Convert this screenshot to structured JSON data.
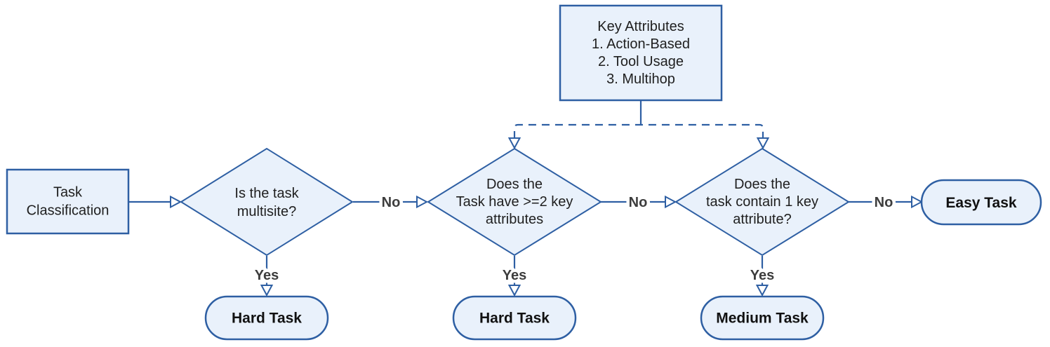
{
  "diagram": {
    "type": "flowchart",
    "direction": "left-to-right",
    "colors": {
      "node_fill": "#e9f1fb",
      "node_stroke": "#2e5fa3",
      "node_text": "#1f1f1f",
      "edge_label_text": "#3d3d3d",
      "background": "#ffffff"
    },
    "nodes": {
      "start": {
        "shape": "rectangle",
        "lines": [
          "Task",
          "Classification"
        ]
      },
      "key_attributes": {
        "shape": "rectangle",
        "lines": [
          "Key Attributes",
          "1. Action-Based",
          "2. Tool Usage",
          "3. Multihop"
        ]
      },
      "decision_multisite": {
        "shape": "diamond",
        "lines": [
          "Is the task",
          "multisite?"
        ]
      },
      "decision_two_key_attributes": {
        "shape": "diamond",
        "lines": [
          "Does the",
          "Task have >=2 key",
          "attributes"
        ]
      },
      "decision_one_key_attribute": {
        "shape": "diamond",
        "lines": [
          "Does the",
          "task contain 1 key",
          "attribute?"
        ]
      },
      "hard_task_a": {
        "shape": "stadium",
        "label": "Hard Task"
      },
      "hard_task_b": {
        "shape": "stadium",
        "label": "Hard Task"
      },
      "medium_task": {
        "shape": "stadium",
        "label": "Medium Task"
      },
      "easy_task": {
        "shape": "stadium",
        "label": "Easy Task"
      }
    },
    "edge_labels": {
      "multisite_no": "No",
      "multisite_yes": "Yes",
      "two_attrs_no": "No",
      "two_attrs_yes": "Yes",
      "one_attr_no": "No",
      "one_attr_yes": "Yes"
    }
  }
}
